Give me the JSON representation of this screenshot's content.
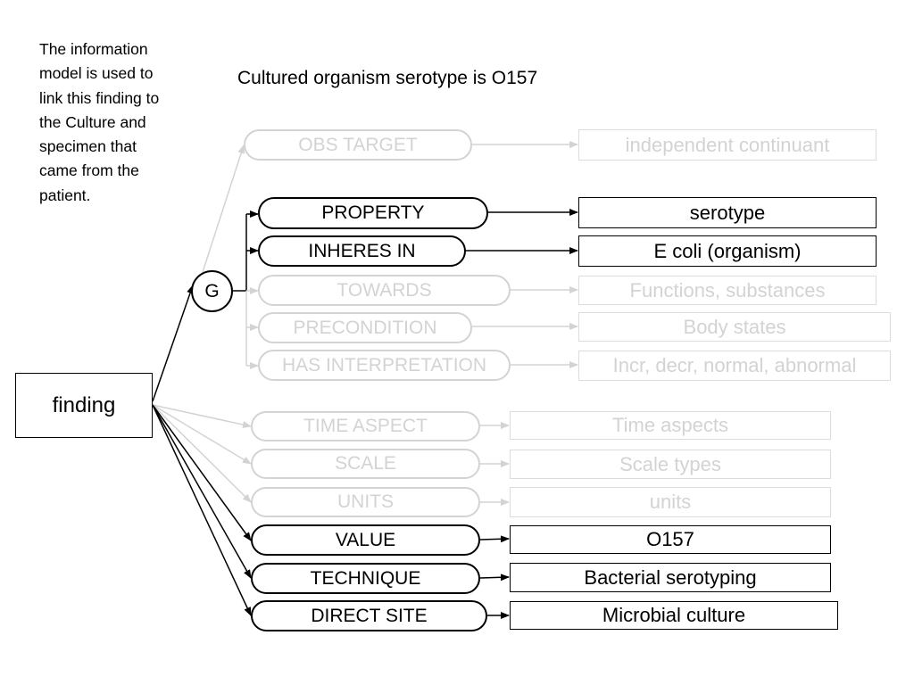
{
  "note": "The information model is used to link this finding to the Culture and specimen that came from the patient.",
  "title": "Cultured organism serotype is O157",
  "finding_label": "finding",
  "group_label": "G",
  "colors": {
    "active": "#000000",
    "faded": "#d3d3d3",
    "background": "#ffffff"
  },
  "attributes": {
    "obs_target": {
      "label": "OBS TARGET",
      "value": "independent continuant",
      "active": false
    },
    "property": {
      "label": "PROPERTY",
      "value": "serotype",
      "active": true
    },
    "inheres_in": {
      "label": "INHERES IN",
      "value": "E coli (organism)",
      "active": true
    },
    "towards": {
      "label": "TOWARDS",
      "value": "Functions, substances",
      "active": false
    },
    "precondition": {
      "label": "PRECONDITION",
      "value": "Body states",
      "active": false
    },
    "has_interpretation": {
      "label": "HAS INTERPRETATION",
      "value": "Incr, decr, normal, abnormal",
      "active": false
    },
    "time_aspect": {
      "label": "TIME ASPECT",
      "value": "Time aspects",
      "active": false
    },
    "scale": {
      "label": "SCALE",
      "value": "Scale types",
      "active": false
    },
    "units": {
      "label": "UNITS",
      "value": "units",
      "active": false
    },
    "value": {
      "label": "VALUE",
      "value": "O157",
      "active": true
    },
    "technique": {
      "label": "TECHNIQUE",
      "value": "Bacterial serotyping",
      "active": true
    },
    "direct_site": {
      "label": "DIRECT SITE",
      "value": "Microbial culture",
      "active": true
    }
  }
}
